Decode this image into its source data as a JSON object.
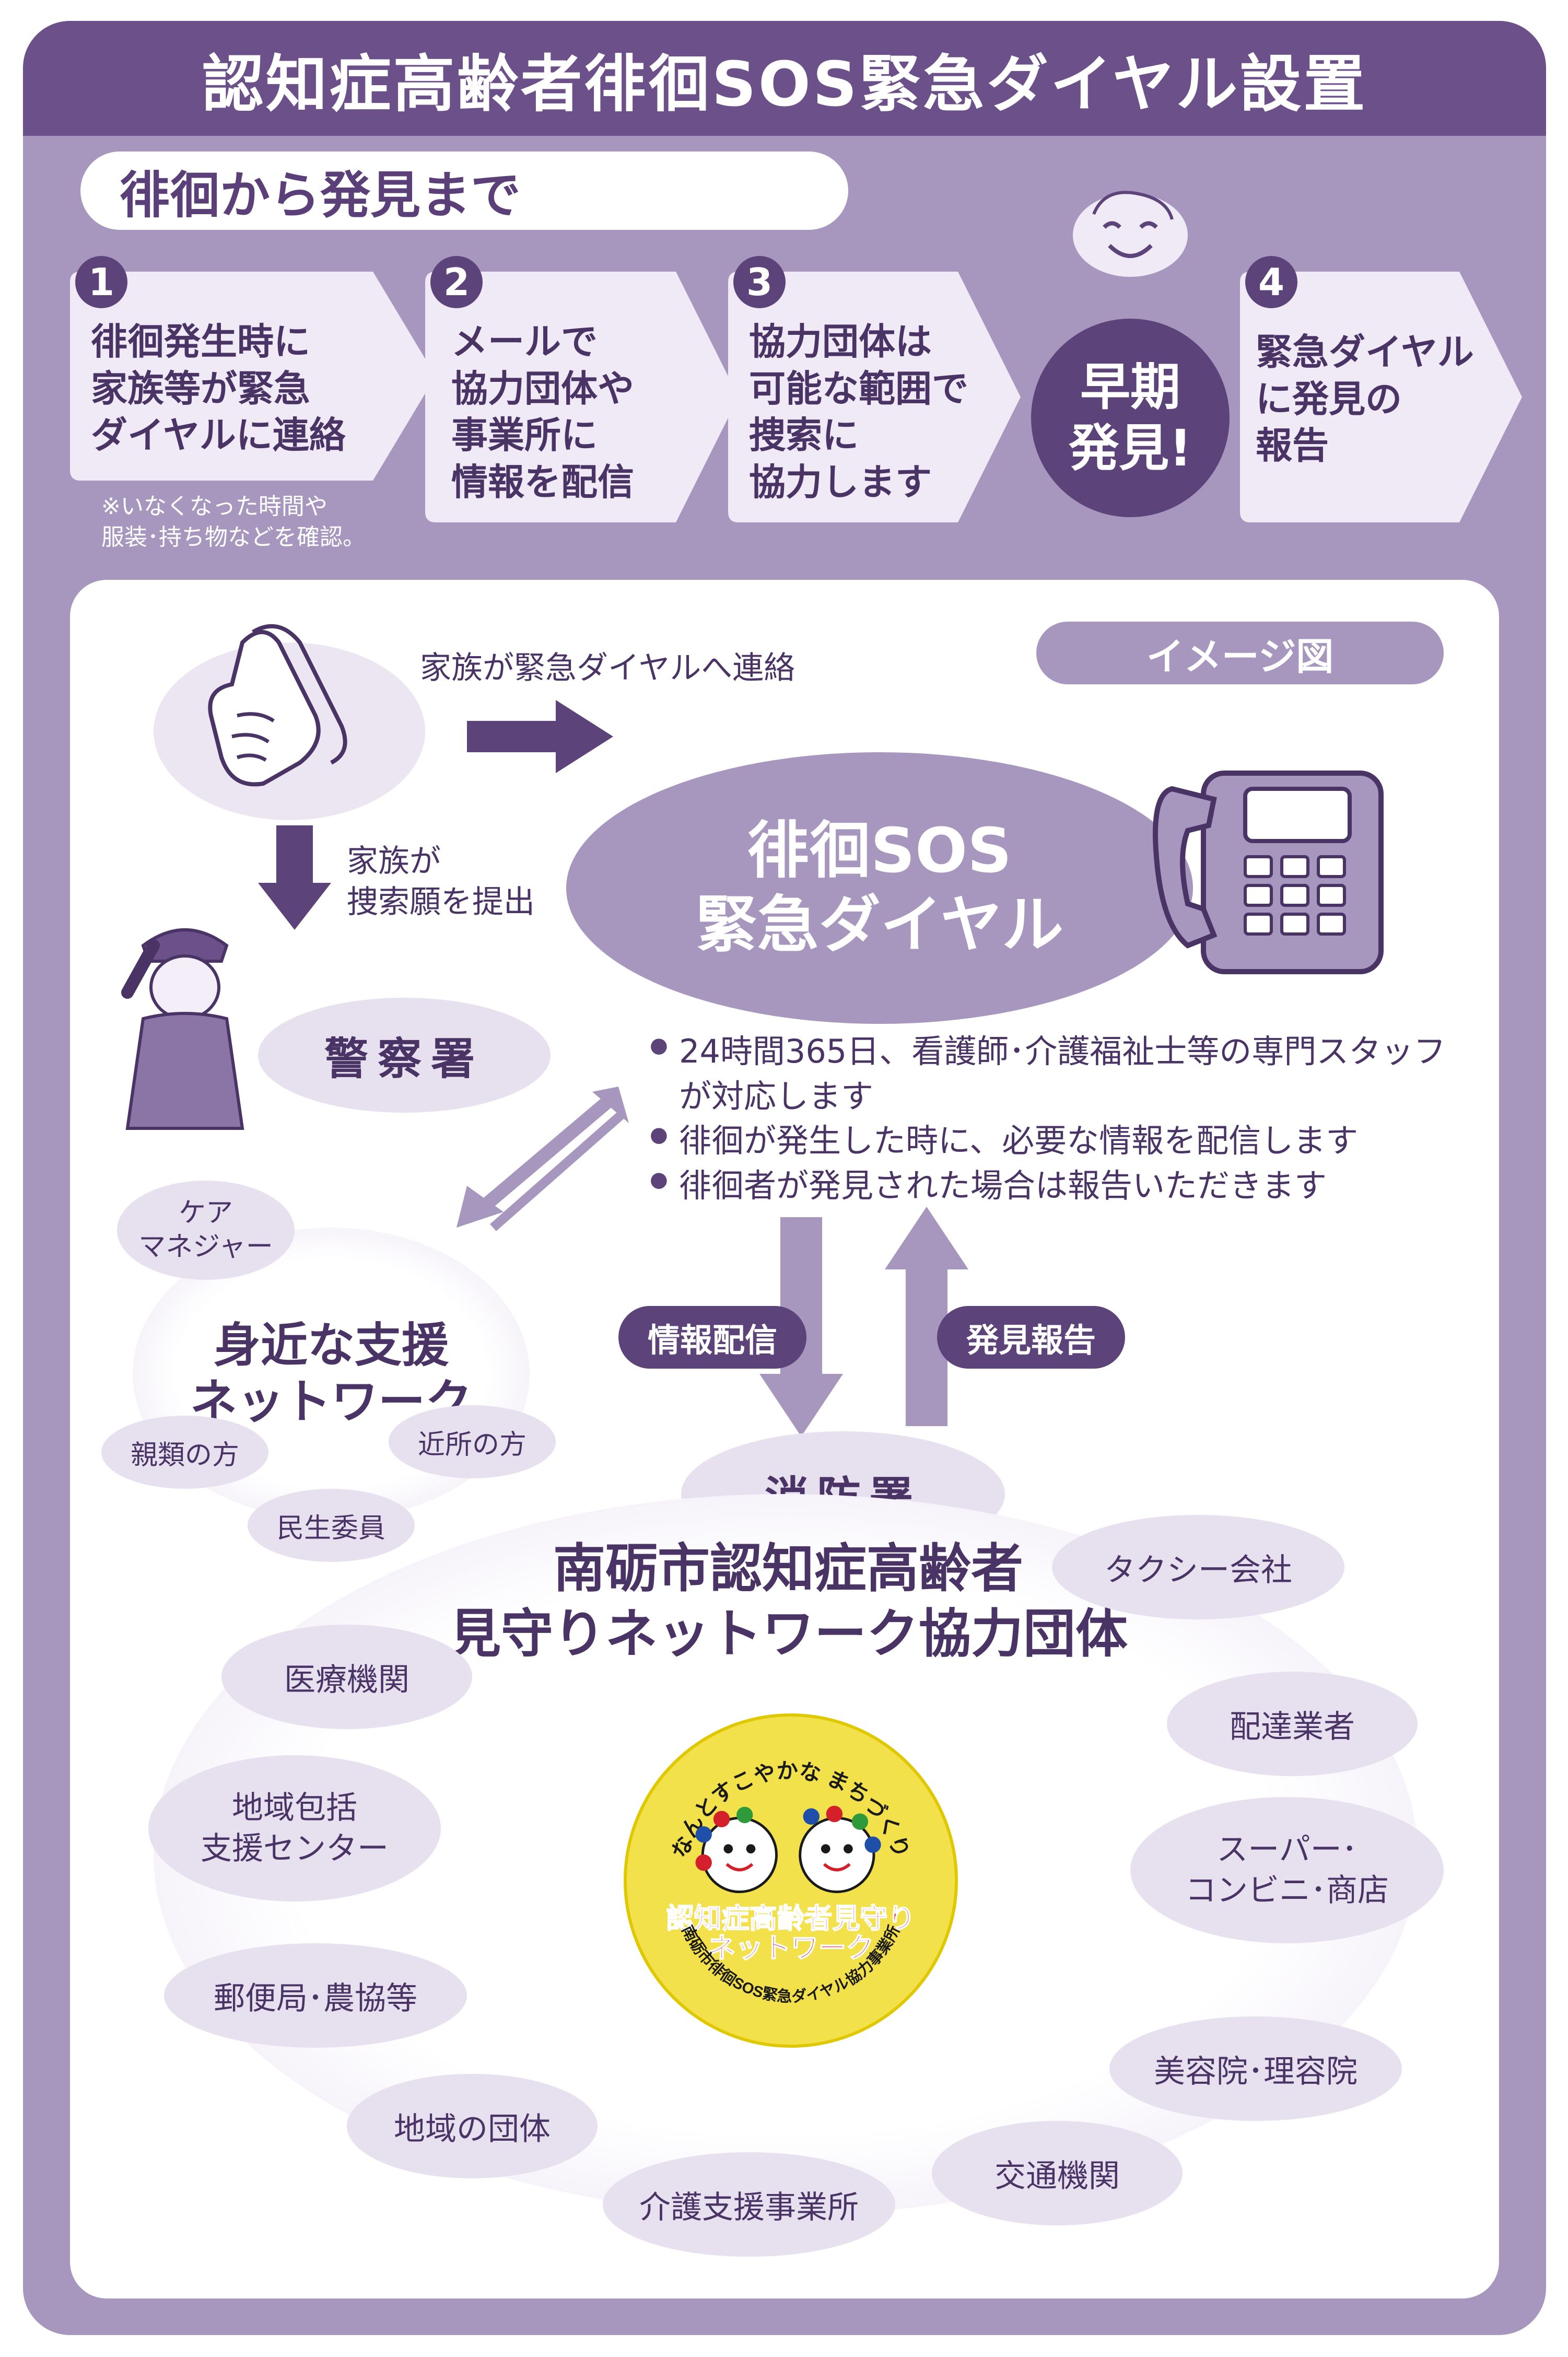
{
  "title": "認知症高齢者徘徊SOS緊急ダイヤル設置",
  "section_title": "徘徊から発見まで",
  "steps": [
    {
      "num": "1",
      "text": "徘徊発生時に\n家族等が緊急\nダイヤルに連絡"
    },
    {
      "num": "2",
      "text": "メールで\n協力団体や\n事業所に\n情報を配信"
    },
    {
      "num": "3",
      "text": "協力団体は\n可能な範囲で\n捜索に\n協力します"
    },
    {
      "num": "4",
      "text": "緊急ダイヤル\nに発見の\n報告"
    }
  ],
  "step1_note": "※いなくなった時間や\n服装･持ち物などを確認。",
  "early_discovery": "早期\n発見!",
  "image_label": "イメージ図",
  "family_call_label": "家族が緊急ダイヤルへ連絡",
  "sos_dial": "徘徊SOS\n緊急ダイヤル",
  "police_request_label": "家族が\n捜索願を提出",
  "police": "警察署",
  "bullets": [
    "24時間365日、看護師･介護福祉士等の専門スタッフ\nが対応します",
    "徘徊が発生した時に、必要な情報を配信します",
    "徘徊者が発見された場合は報告いただきます"
  ],
  "info_delivery": "情報配信",
  "discovery_report": "発見報告",
  "support_network": {
    "title": "身近な支援\nネットワーク",
    "care_manager": "ケア\nマネジャー",
    "relatives": "親類の方",
    "neighbors": "近所の方",
    "welfare_commissioner": "民生委員"
  },
  "fire_station": "消防署",
  "network_title": "南砺市認知症高齢者\n見守りネットワーク協力団体",
  "partners": {
    "taxi": "タクシー会社",
    "medical": "医療機関",
    "delivery": "配達業者",
    "community_center": "地域包括\n支援センター",
    "supermarket": "スーパー･\nコンビニ･商店",
    "post_office": "郵便局･農協等",
    "beauty_salon": "美容院･理容院",
    "local_groups": "地域の団体",
    "transport": "交通機関",
    "care_office": "介護支援事業所"
  },
  "logo": {
    "arc_text": "なんとすこやかな まちづくり",
    "main_line1": "認知症高齢者見守り",
    "main_line2": "ネットワーク",
    "sub_text": "南砺市徘徊SOS緊急ダイヤル協力事業所"
  },
  "colors": {
    "dark_purple": "#5c4379",
    "light_purple": "#a797be",
    "text_purple": "#4a3466",
    "logo_yellow": "#f2e14a",
    "logo_red": "#d4202a",
    "logo_blue": "#1f4fa8",
    "logo_green": "#2f9a3a"
  }
}
